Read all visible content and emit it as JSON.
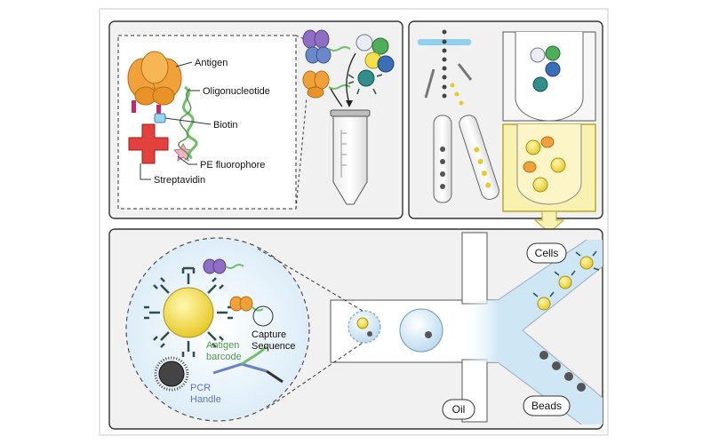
{
  "panel_a": {
    "labels": {
      "antigen": "Antigen",
      "oligonucleotide": "Oligonucleotide",
      "biotin": "Biotin",
      "pe_fluorophore": "PE fluorophore",
      "streptavidin": "Streptavidin"
    }
  },
  "panel_c": {
    "labels": {
      "cells": "Cells",
      "beads": "Beads",
      "oil": "Oil",
      "capture_line1": "Capture",
      "capture_line2": "Sequence",
      "antigen_line1": "Antigen",
      "antigen_line2": "barcode",
      "pcr_line1": "PCR",
      "pcr_line2": "Handle"
    }
  },
  "colors": {
    "antigen": "#f0a13a",
    "antigen_purple": "#8e6fc4",
    "streptavidin": "#e3413b",
    "biotin": "#9cd3ee",
    "pe": "#f2b3c6",
    "oligo": "#6fbf68",
    "bead_yellow": "#f4e04a",
    "capture_blue": "#6a80c8",
    "panel_bg": "#f1f1f1",
    "channel": "#d8ebf6"
  }
}
